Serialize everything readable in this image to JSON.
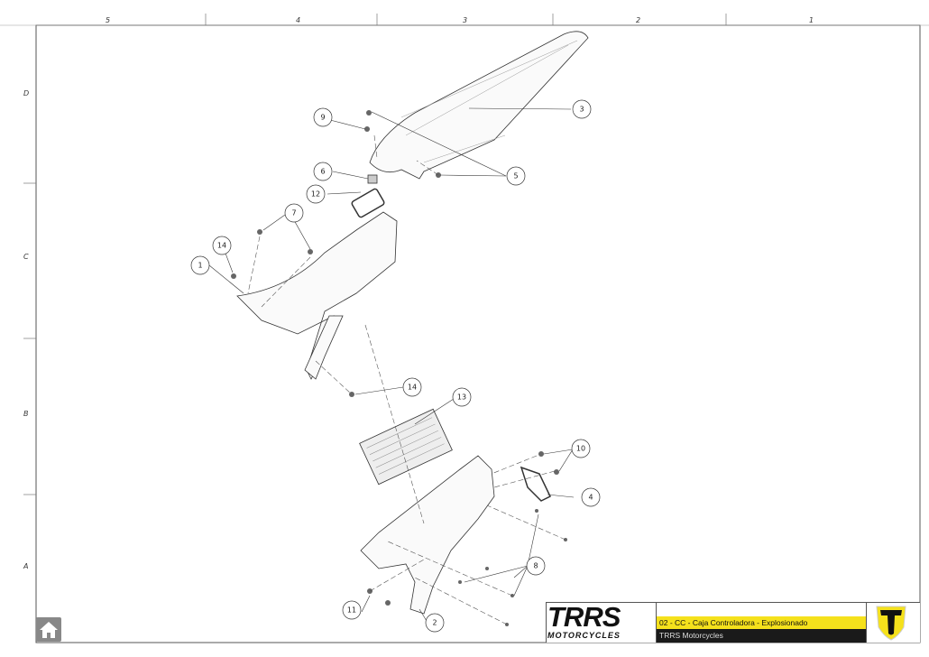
{
  "zones": {
    "columns": [
      "5",
      "4",
      "3",
      "2",
      "1"
    ],
    "rows": [
      "D",
      "C",
      "B",
      "A"
    ]
  },
  "callouts": [
    "1",
    "2",
    "3",
    "4",
    "5",
    "6",
    "7",
    "8",
    "9",
    "10",
    "11",
    "12",
    "13",
    "14",
    "14"
  ],
  "title_block": {
    "logo_main": "TRRS",
    "logo_sub": "MOTORCYCLES",
    "title": "02 - CC - Caja Controladora - Explosionado",
    "company": "TRRS Motorcycles"
  },
  "colors": {
    "accent": "#f5e11c",
    "dark": "#1a1a1a"
  },
  "home_icon": "home-icon"
}
